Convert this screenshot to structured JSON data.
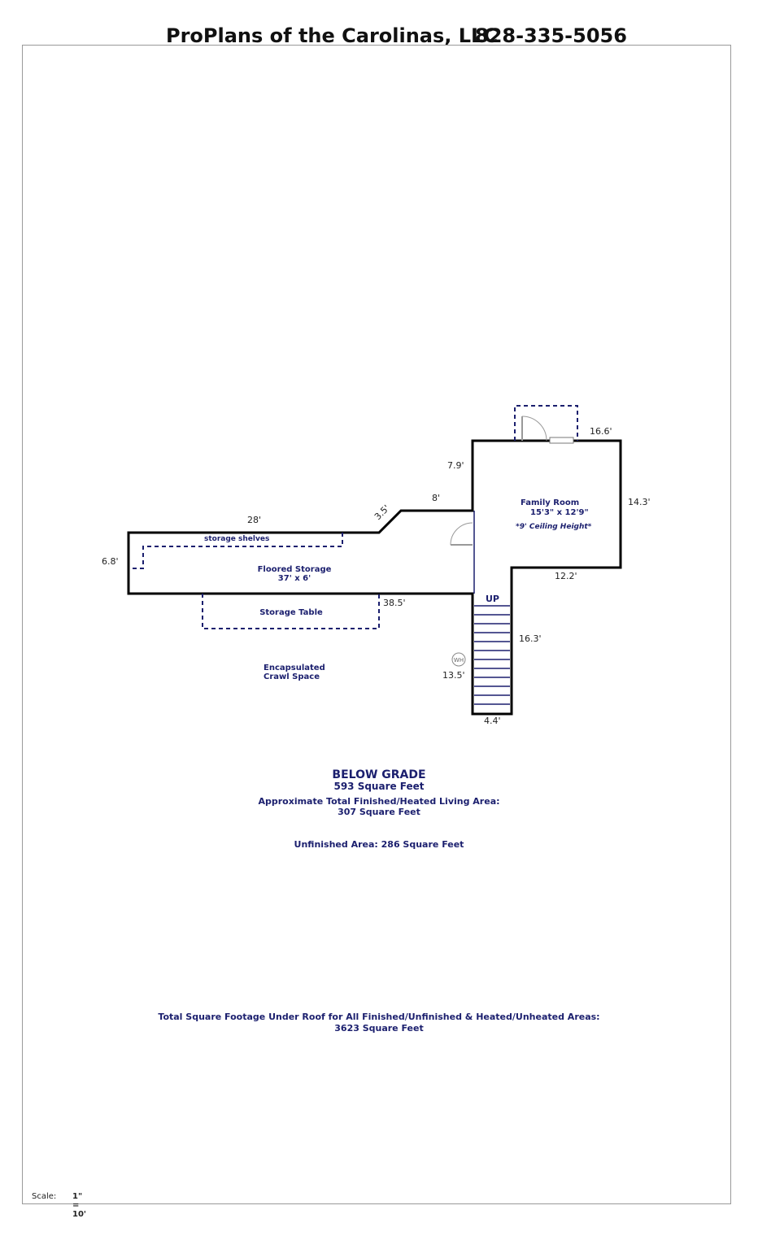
{
  "header": {
    "company": "ProPlans of the Carolinas, LLC",
    "phone": "828-335-5056"
  },
  "rooms": {
    "family_room": {
      "name": "Family Room",
      "size": "15'3\" x 12'9\"",
      "note": "*9' Ceiling Height*"
    },
    "floored_storage": {
      "name": "Floored Storage",
      "size": "37' x 6'"
    },
    "storage_shelves": "storage shelves",
    "storage_table": "Storage Table",
    "crawl_space": {
      "line1": "Encapsulated",
      "line2": "Crawl Space"
    },
    "stairs_label": "UP",
    "water_heater": "WH"
  },
  "dimensions": {
    "d_16_6": "16.6'",
    "d_7_9": "7.9'",
    "d_8": "8'",
    "d_14_3": "14.3'",
    "d_28": "28'",
    "d_3_5": "3.5'",
    "d_6_8": "6.8'",
    "d_12_2": "12.2'",
    "d_38_5": "38.5'",
    "d_16_3": "16.3'",
    "d_13_5": "13.5'",
    "d_4_4": "4.4'"
  },
  "summary": {
    "title": "BELOW GRADE",
    "total": "593 Square Feet",
    "finished_label": "Approximate Total Finished/Heated Living Area:",
    "finished_value": "307 Square Feet",
    "unfinished": "Unfinished Area: 286 Square Feet",
    "roof_label": "Total Square Footage Under Roof for All Finished/Unfinished & Heated/Unheated Areas:",
    "roof_value": "3623 Square Feet"
  },
  "scale": {
    "label": "Scale:",
    "value": "1\" = 10'"
  },
  "colors": {
    "wall": "#000000",
    "dashed": "#1b1f6e",
    "label": "#1b1f6e"
  }
}
